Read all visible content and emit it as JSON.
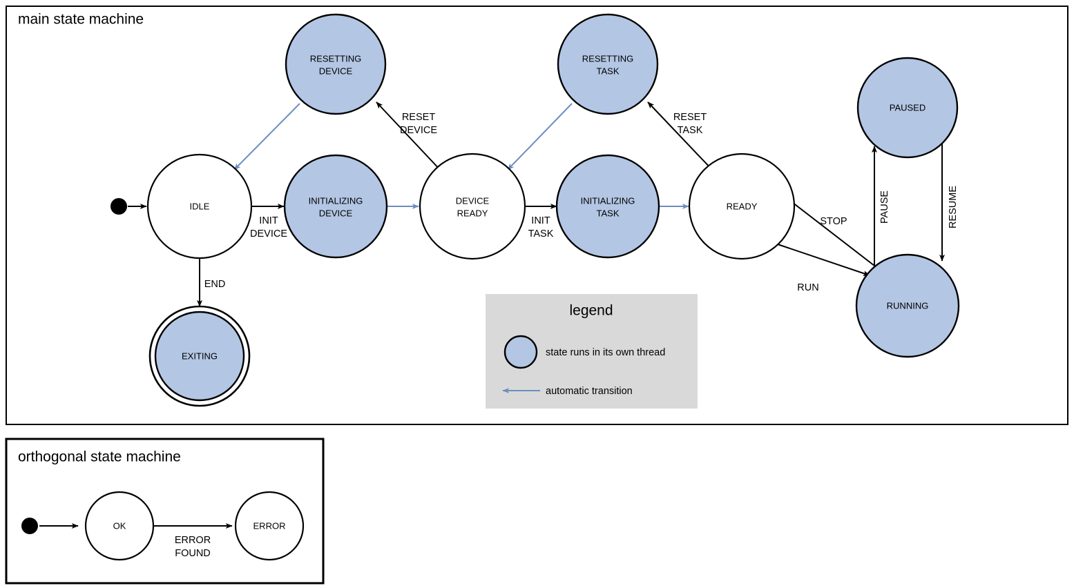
{
  "colors": {
    "thread_state_fill": "#b3c6e4",
    "plain_state_fill": "#ffffff",
    "edge": "#000000",
    "auto_edge": "#6c8ebf",
    "legend_bg": "#d9d9d9"
  },
  "main_machine": {
    "title": "main state machine",
    "states": {
      "idle": "IDLE",
      "initializing_device": "INITIALIZING\nDEVICE",
      "initializing_device_line1": "INITIALIZING",
      "initializing_device_line2": "DEVICE",
      "resetting_device_line1": "RESETTING",
      "resetting_device_line2": "DEVICE",
      "device_ready_line1": "DEVICE",
      "device_ready_line2": "READY",
      "initializing_task_line1": "INITIALIZING",
      "initializing_task_line2": "TASK",
      "resetting_task_line1": "RESETTING",
      "resetting_task_line2": "TASK",
      "ready": "READY",
      "paused": "PAUSED",
      "running": "RUNNING",
      "exiting": "EXITING"
    },
    "transitions": {
      "init_device_line1": "INIT",
      "init_device_line2": "DEVICE",
      "reset_device_line1": "RESET",
      "reset_device_line2": "DEVICE",
      "init_task_line1": "INIT",
      "init_task_line2": "TASK",
      "reset_task_line1": "RESET",
      "reset_task_line2": "TASK",
      "end": "END",
      "run": "RUN",
      "stop": "STOP",
      "pause": "PAUSE",
      "resume": "RESUME"
    }
  },
  "legend": {
    "title": "legend",
    "item_thread": "state runs in its own thread",
    "item_auto": "automatic transition"
  },
  "orthogonal_machine": {
    "title": "orthogonal state machine",
    "states": {
      "ok": "OK",
      "error": "ERROR"
    },
    "transitions": {
      "error_found_line1": "ERROR",
      "error_found_line2": "FOUND"
    }
  }
}
